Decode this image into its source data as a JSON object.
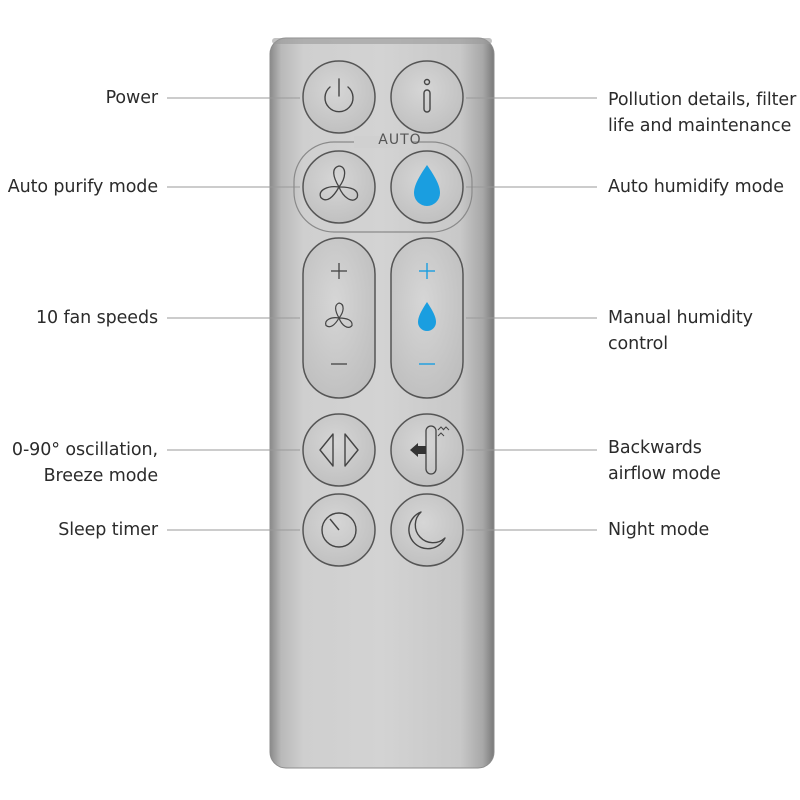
{
  "auto_label": "AUTO",
  "callouts_left": [
    {
      "name": "power",
      "lines": [
        "Power"
      ]
    },
    {
      "name": "auto-purify",
      "lines": [
        "Auto purify mode"
      ]
    },
    {
      "name": "fan-speeds",
      "lines": [
        "10 fan speeds"
      ]
    },
    {
      "name": "oscillation",
      "lines": [
        "0-90° oscillation,",
        "Breeze mode"
      ]
    },
    {
      "name": "sleep-timer",
      "lines": [
        "Sleep timer"
      ]
    }
  ],
  "callouts_right": [
    {
      "name": "pollution-details",
      "lines": [
        "Pollution details, filter",
        "life and maintenance"
      ]
    },
    {
      "name": "auto-humidify",
      "lines": [
        "Auto humidify mode"
      ]
    },
    {
      "name": "manual-humidity",
      "lines": [
        "Manual humidity",
        "control"
      ]
    },
    {
      "name": "backwards-airflow",
      "lines": [
        "Backwards",
        "airflow mode"
      ]
    },
    {
      "name": "night-mode",
      "lines": [
        "Night mode"
      ]
    }
  ],
  "buttons": {
    "power": {
      "icon": "power-icon"
    },
    "info": {
      "icon": "info-icon"
    },
    "auto_purify": {
      "icon": "fan-icon"
    },
    "auto_humidify": {
      "icon": "water-drop-icon"
    },
    "fan_speed": {
      "plus": "+",
      "minus": "−",
      "icon": "fan-icon"
    },
    "humidity": {
      "plus": "+",
      "minus": "−",
      "icon": "water-drop-icon"
    },
    "oscillation": {
      "icon": "oscillation-arrows-icon"
    },
    "backwards_airflow": {
      "icon": "backwards-airflow-icon"
    },
    "sleep_timer": {
      "icon": "timer-icon"
    },
    "night_mode": {
      "icon": "moon-icon"
    }
  },
  "colors": {
    "accent": "#1a9ee0",
    "body": "#c9c9c9",
    "outline": "#555555"
  }
}
